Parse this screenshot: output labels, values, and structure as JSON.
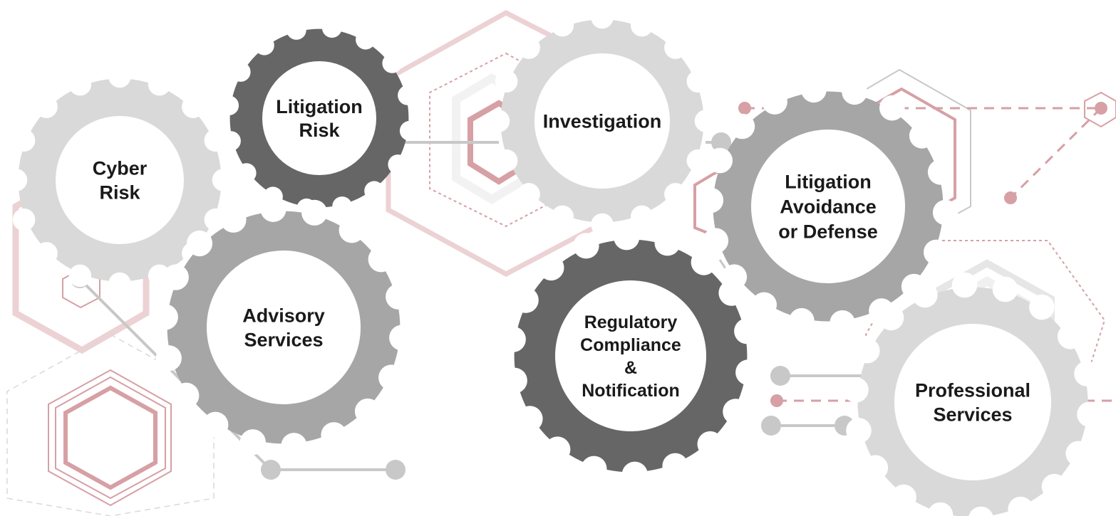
{
  "colors": {
    "dark_gear": "#666666",
    "mid_gear": "#a6a6a6",
    "light_gear": "#d9d9d9",
    "accent_pink": "#d6a0a5",
    "accent_pink_light": "#ecd2d4",
    "connector_gray": "#c8c8c8",
    "label_text": "#1a1a1a"
  },
  "gears": [
    {
      "id": "cyber-risk",
      "lines": [
        "Cyber",
        "Risk"
      ],
      "shade": "light"
    },
    {
      "id": "litigation-risk",
      "lines": [
        "Litigation",
        "Risk"
      ],
      "shade": "dark"
    },
    {
      "id": "investigation",
      "lines": [
        "Investigation"
      ],
      "shade": "light"
    },
    {
      "id": "litigation-avoidance",
      "lines": [
        "Litigation",
        "Avoidance",
        "or Defense"
      ],
      "shade": "mid"
    },
    {
      "id": "advisory-services",
      "lines": [
        "Advisory",
        "Services"
      ],
      "shade": "mid"
    },
    {
      "id": "regulatory-compliance",
      "lines": [
        "Regulatory",
        "Compliance",
        "&",
        "Notification"
      ],
      "shade": "dark"
    },
    {
      "id": "professional-services",
      "lines": [
        "Professional",
        "Services"
      ],
      "shade": "light"
    }
  ]
}
